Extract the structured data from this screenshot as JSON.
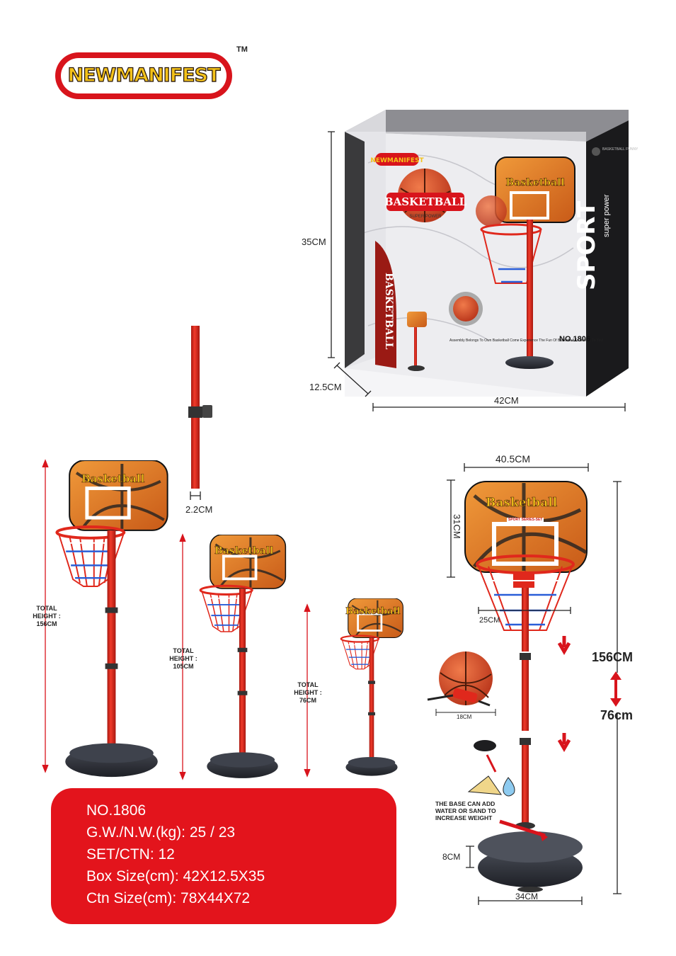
{
  "brand": {
    "logo_text": "NEWMANIFEST",
    "trademark": "TM"
  },
  "box": {
    "brand": "NEWMANIFEST",
    "title": "BASKETBALL",
    "subtitle": "SUPER POWER",
    "backboard_text": "Basketball",
    "side_text": "BASKETBALL",
    "sport_text": "SPORT",
    "super_power": "super power",
    "corner_text": "BASKETBALL FUNNY",
    "model": "NO.1806",
    "tagline": "Assembly Belongs To Own Basketball Come Experience The Fun Of Basketball To Bring It To You!"
  },
  "dimensions": {
    "box_height": "35CM",
    "box_depth": "12.5CM",
    "box_width": "42CM",
    "pole_diameter": "2.2CM",
    "backboard_width": "40.5CM",
    "backboard_height": "31CM",
    "rim": "25CM",
    "ball": "18CM",
    "base_height": "8CM",
    "base_width": "34CM",
    "max_height": "156CM",
    "min_height": "76cm"
  },
  "stands": [
    {
      "label": "TOTAL HEIGHT : 156CM"
    },
    {
      "label": "TOTAL HEIGHT : 105CM"
    },
    {
      "label": "TOTAL HEIGHT : 76CM"
    }
  ],
  "board_text": "Basketball",
  "board_sub": "SPORT SERIES-SET",
  "base_note": "THE BASE CAN ADD WATER OR SAND TO INCREASE WEIGHT",
  "info": {
    "model": "NO.1806",
    "weight": "G.W./N.W.(kg): 25 / 23",
    "set_ctn": "SET/CTN:  12",
    "box_size": "Box Size(cm): 42X12.5X35",
    "ctn_size": "Ctn Size(cm): 78X44X72"
  },
  "colors": {
    "brand_red": "#e3141c",
    "pole_red": "#e0281c",
    "board_orange": "#e07a2a",
    "base_dark": "#2e3138"
  }
}
